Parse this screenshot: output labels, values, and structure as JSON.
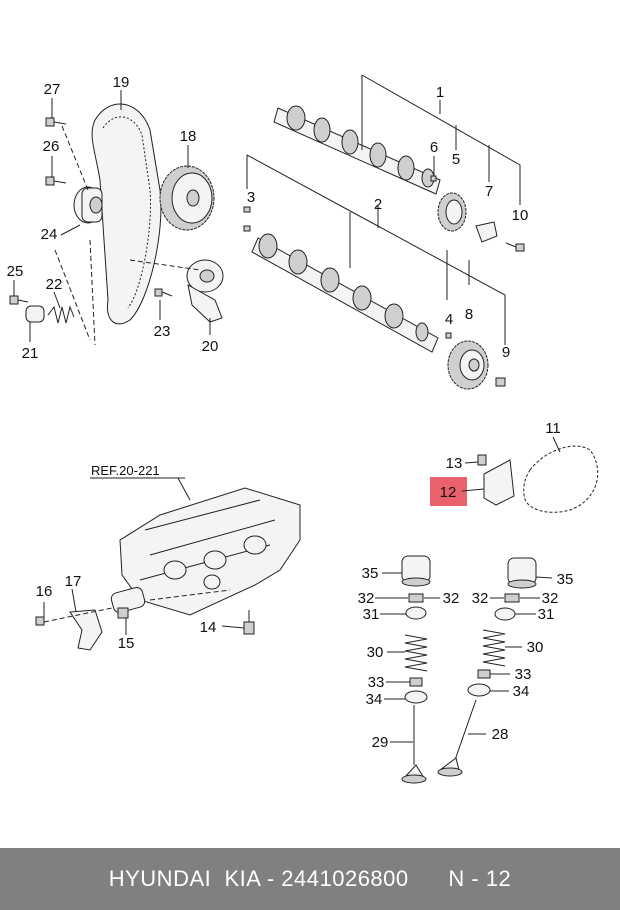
{
  "diagram": {
    "reference_label": "REF.20-221",
    "highlighted_callout": "12",
    "highlight_color": "#e8616b",
    "callouts": {
      "c1": "1",
      "c2": "2",
      "c3": "3",
      "c4": "4",
      "c5": "5",
      "c6": "6",
      "c7": "7",
      "c8": "8",
      "c9": "9",
      "c10": "10",
      "c11": "11",
      "c12": "12",
      "c13": "13",
      "c14": "14",
      "c15": "15",
      "c16": "16",
      "c17": "17",
      "c18": "18",
      "c19": "19",
      "c20": "20",
      "c21": "21",
      "c22": "22",
      "c23": "23",
      "c24": "24",
      "c25": "25",
      "c26": "26",
      "c27": "27",
      "c28": "28",
      "c29": "29",
      "c30": "30",
      "c31": "31",
      "c32": "32",
      "c33": "33",
      "c34": "34",
      "c35": "35"
    }
  },
  "footer": {
    "brand": "HYUNDAI  KIA",
    "separator": " - ",
    "part_number": "2441026800",
    "diagram_ref": "N - 12",
    "background_color": "#808080"
  }
}
